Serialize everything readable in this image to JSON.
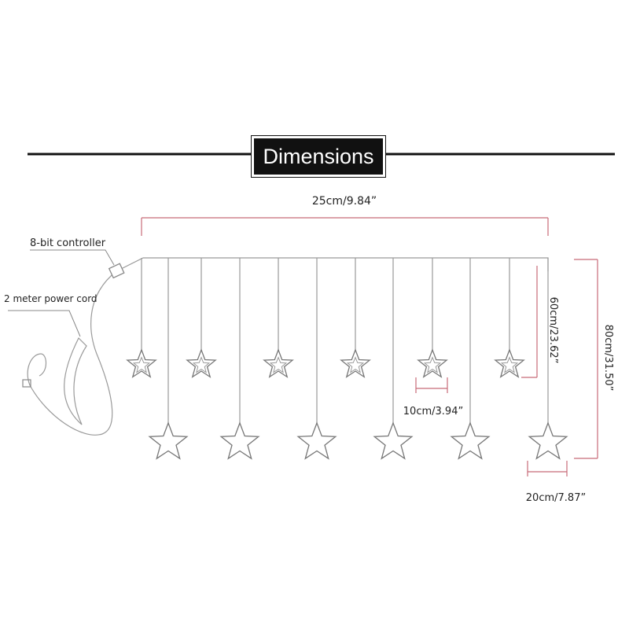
{
  "title": "Dimensions",
  "labels": {
    "width_total": "25cm/9.84”",
    "controller": "8-bit controller",
    "power_cord": "2 meter power cord",
    "short_drop": "60cm/23.62”",
    "long_drop": "80cm/31.50”",
    "small_star": "10cm/3.94”",
    "large_star": "20cm/7.87”"
  },
  "colors": {
    "wire": "#9a9a9a",
    "dimension": "#c76a78",
    "rule": "#111111"
  },
  "icons": {
    "small_star": "star-icon",
    "large_star": "star-icon"
  },
  "counts": {
    "small_stars": 6,
    "large_stars": 6
  }
}
